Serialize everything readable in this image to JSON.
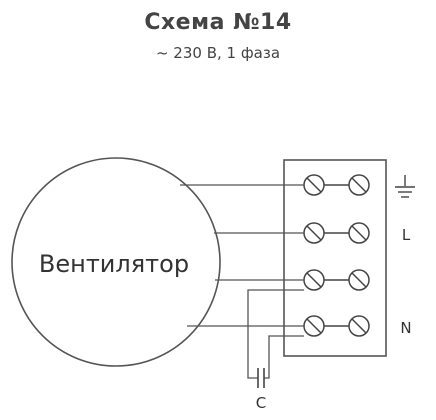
{
  "header": {
    "title": "Схема №14",
    "subtitle": "~ 230 В, 1 фаза"
  },
  "motor": {
    "label": "Вентилятор"
  },
  "terminals": {
    "rows": 4,
    "columns": 2,
    "labels": {
      "ground_icon": "ground-icon",
      "line": "L",
      "neutral": "N"
    }
  },
  "capacitor": {
    "label": "C"
  },
  "colors": {
    "line": "#555555",
    "text": "#333333"
  }
}
